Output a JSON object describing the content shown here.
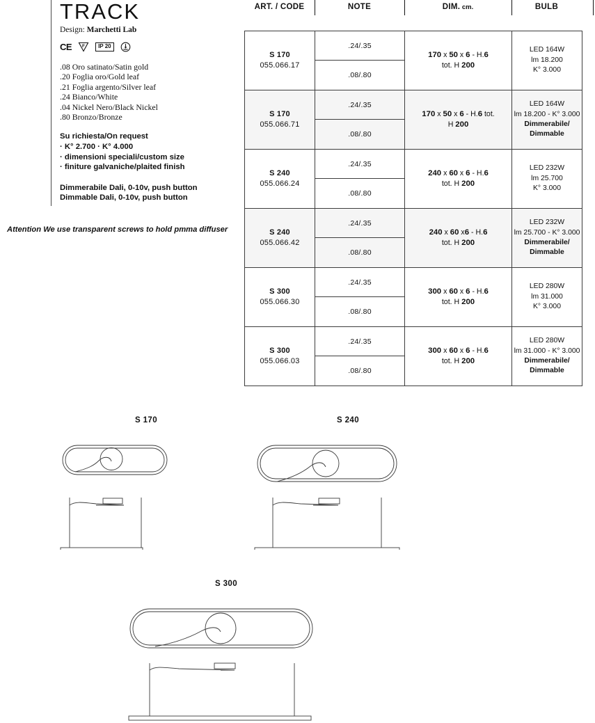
{
  "product": {
    "title": "TRACK",
    "design_label": "Design:",
    "designer": "Marchetti Lab"
  },
  "certifications": [
    {
      "name": "ce-mark-icon",
      "label": "CE"
    },
    {
      "name": "f-triangle-icon",
      "label": "F"
    },
    {
      "name": "ip-rating-icon",
      "label": "IP 20"
    },
    {
      "name": "earth-class-icon",
      "label": ""
    }
  ],
  "finishes": [
    ".08 Oro satinato/Satin gold",
    ".20 Foglia oro/Gold leaf",
    ".21 Foglia argento/Silver leaf",
    ".24 Bianco/White",
    ".04 Nickel Nero/Black Nickel",
    ".80 Bronzo/Bronze"
  ],
  "on_request": {
    "heading": "Su richiesta/On request",
    "items": [
      "· K° 2.700 · K° 4.000",
      "· dimensioni speciali/custom size",
      "· finiture galvaniche/plaited finish"
    ]
  },
  "dimming": [
    "Dimmerabile Dali, 0-10v, push button",
    "Dimmable Dali, 0-10v, push button"
  ],
  "attention_note": "Attention We use transparent screws to hold pmma diffuser",
  "table": {
    "headers": [
      {
        "main": "ART. / CODE",
        "small": ""
      },
      {
        "main": "NOTE",
        "small": ""
      },
      {
        "main": "DIM.",
        "small": " cm."
      },
      {
        "main": "BULB",
        "small": ""
      }
    ],
    "rows": [
      {
        "model": "S 170",
        "code": "055.066.17",
        "notes": [
          ".24/.35",
          ".08/.80"
        ],
        "dim_line1_b1": "170",
        "dim_line1_x1": " x ",
        "dim_line1_b2": "50",
        "dim_line1_x2": " x ",
        "dim_line1_b3": "6",
        "dim_line1_rest": " - H.",
        "dim_line1_b4": "6",
        "dim_line1_tail": "",
        "dim_line2_pre": "tot. H ",
        "dim_line2_b": "200",
        "bulb_power": "LED 164W",
        "bulb_lumen": "lm 18.200",
        "bulb_kelvin": "K° 3.000",
        "bulb_dimm1": "",
        "bulb_dimm2": "",
        "shaded": false
      },
      {
        "model": "S 170",
        "code": "055.066.71",
        "notes": [
          ".24/.35",
          ".08/.80"
        ],
        "dim_line1_b1": "170",
        "dim_line1_x1": " x ",
        "dim_line1_b2": "50",
        "dim_line1_x2": " x ",
        "dim_line1_b3": "6",
        "dim_line1_rest": " - H.",
        "dim_line1_b4": "6",
        "dim_line1_tail": " tot.",
        "dim_line2_pre": "H ",
        "dim_line2_b": "200",
        "bulb_power": "LED 164W",
        "bulb_lumen": "lm 18.200 - K° 3.000",
        "bulb_kelvin": "",
        "bulb_dimm1": "Dimmerabile/",
        "bulb_dimm2": "Dimmable",
        "shaded": true
      },
      {
        "model": "S 240",
        "code": "055.066.24",
        "notes": [
          ".24/.35",
          ".08/.80"
        ],
        "dim_line1_b1": "240",
        "dim_line1_x1": " x ",
        "dim_line1_b2": "60",
        "dim_line1_x2": " x ",
        "dim_line1_b3": "6",
        "dim_line1_rest": " - H.",
        "dim_line1_b4": "6",
        "dim_line1_tail": "",
        "dim_line2_pre": "tot. H ",
        "dim_line2_b": "200",
        "bulb_power": "LED 232W",
        "bulb_lumen": "lm 25.700",
        "bulb_kelvin": "K° 3.000",
        "bulb_dimm1": "",
        "bulb_dimm2": "",
        "shaded": false
      },
      {
        "model": "S 240",
        "code": "055.066.42",
        "notes": [
          ".24/.35",
          ".08/.80"
        ],
        "dim_line1_b1": "240",
        "dim_line1_x1": " x ",
        "dim_line1_b2": "60",
        "dim_line1_x2": " x",
        "dim_line1_b3": "6",
        "dim_line1_rest": " - H.",
        "dim_line1_b4": "6",
        "dim_line1_tail": "",
        "dim_line2_pre": "tot. H ",
        "dim_line2_b": "200",
        "bulb_power": "LED 232W",
        "bulb_lumen": "lm 25.700 - K° 3.000",
        "bulb_kelvin": "",
        "bulb_dimm1": "Dimmerabile/",
        "bulb_dimm2": "Dimmable",
        "shaded": true
      },
      {
        "model": "S 300",
        "code": "055.066.30",
        "notes": [
          ".24/.35",
          ".08/.80"
        ],
        "dim_line1_b1": "300",
        "dim_line1_x1": " x ",
        "dim_line1_b2": "60",
        "dim_line1_x2": " x ",
        "dim_line1_b3": "6",
        "dim_line1_rest": " - H.",
        "dim_line1_b4": "6",
        "dim_line1_tail": "",
        "dim_line2_pre": "tot. H ",
        "dim_line2_b": "200",
        "bulb_power": "LED 280W",
        "bulb_lumen": "lm 31.000",
        "bulb_kelvin": "K° 3.000",
        "bulb_dimm1": "",
        "bulb_dimm2": "",
        "shaded": false
      },
      {
        "model": "S 300",
        "code": "055.066.03",
        "notes": [
          ".24/.35",
          ".08/.80"
        ],
        "dim_line1_b1": "300",
        "dim_line1_x1": " x ",
        "dim_line1_b2": "60",
        "dim_line1_x2": " x ",
        "dim_line1_b3": "6",
        "dim_line1_rest": " - H.",
        "dim_line1_b4": "6",
        "dim_line1_tail": "",
        "dim_line2_pre": "tot. H ",
        "dim_line2_b": "200",
        "bulb_power": "LED 280W",
        "bulb_lumen": "lm 31.000 - K° 3.000",
        "bulb_kelvin": "",
        "bulb_dimm1": "Dimmerabile/",
        "bulb_dimm2": "Dimmable",
        "shaded": false
      }
    ]
  },
  "drawings": [
    {
      "label": "S 170"
    },
    {
      "label": "S 240"
    },
    {
      "label": "S 300"
    }
  ]
}
